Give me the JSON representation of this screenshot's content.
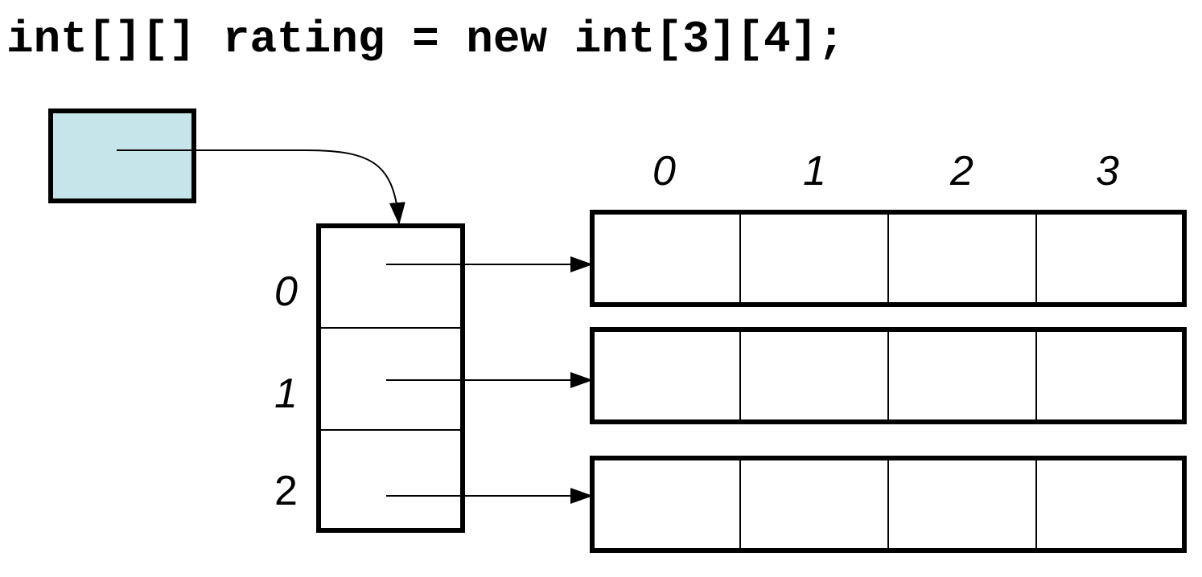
{
  "code": {
    "declaration": "int[][] rating = new int[3][4];"
  },
  "colors": {
    "reference_box_fill": "#c6e5ea",
    "stroke": "#000000",
    "background": "#ffffff"
  },
  "diagram": {
    "column_indices": [
      "0",
      "1",
      "2",
      "3"
    ],
    "row_indices": [
      "0",
      "1",
      "2"
    ]
  }
}
